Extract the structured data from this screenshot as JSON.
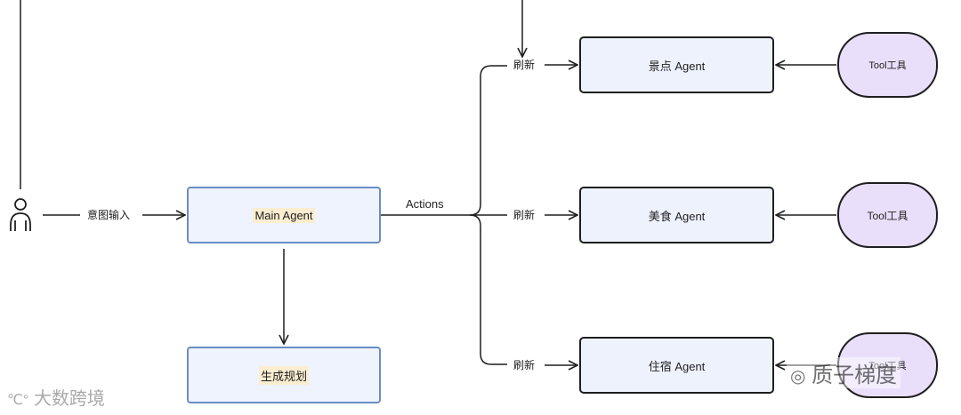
{
  "nodes": {
    "main_agent": "Main Agent",
    "plan": "生成规划",
    "scenic_agent": "景点 Agent",
    "food_agent": "美食 Agent",
    "hotel_agent": "住宿 Agent",
    "tool_1": "Tool工具",
    "tool_2": "Tool工具",
    "tool_3": "Tool工具"
  },
  "edges": {
    "intent_input": "意图输入",
    "actions": "Actions",
    "refresh_1": "刷新",
    "refresh_2": "刷新",
    "refresh_3": "刷新"
  },
  "watermarks": {
    "left": "大数跨境",
    "right": "质子梯度"
  },
  "icons": {
    "user": "user-icon",
    "wechat": "wechat-icon"
  },
  "colors": {
    "main_fill": "#eef3fd",
    "main_border": "#6b8cc4",
    "agent_fill": "#eef2fd",
    "tool_fill": "#eadffb",
    "highlight": "#fbedd0"
  }
}
